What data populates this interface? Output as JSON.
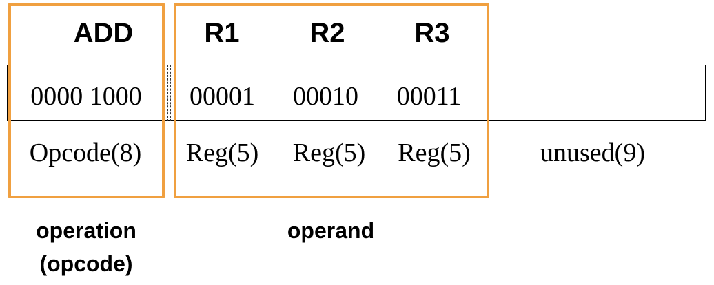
{
  "mnemonics": {
    "op": "ADD",
    "r1": "R1",
    "r2": "R2",
    "r3": "R3"
  },
  "bits": {
    "opcode": "0000 1000",
    "reg1": "00001",
    "reg2": "00010",
    "reg3": "00011"
  },
  "fields": {
    "opcode": "Opcode(8)",
    "reg1": "Reg(5)",
    "reg2": "Reg(5)",
    "reg3": "Reg(5)",
    "unused": "unused(9)"
  },
  "captions": {
    "operation_line1": "operation",
    "operation_line2": "(opcode)",
    "operand": "operand"
  },
  "colors": {
    "highlight_box": "#f0a040",
    "border": "#000000"
  }
}
